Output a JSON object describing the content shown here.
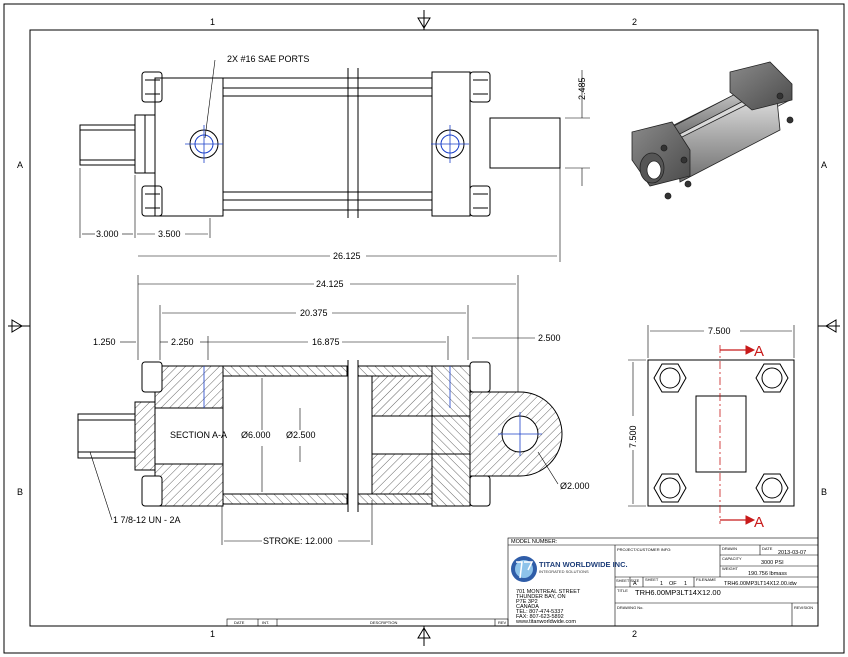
{
  "zones": {
    "top": [
      "1",
      "2"
    ],
    "bottom": [
      "1",
      "2"
    ],
    "left": [
      "A",
      "B"
    ],
    "right": [
      "A",
      "B"
    ]
  },
  "labels": {
    "ports": "2X #16 SAE PORTS",
    "section": "SECTION A-A",
    "thread": "1 7/8-12 UN - 2A",
    "section_marker": "A"
  },
  "dimensions": {
    "d_2485": "2.485",
    "d_3000": "3.000",
    "d_3500": "3.500",
    "d_26125": "26.125",
    "d_24125": "24.125",
    "d_20375": "20.375",
    "d_1250": "1.250",
    "d_2250": "2.250",
    "d_16875": "16.875",
    "d_2500": "2.500",
    "d_bore": "Ø6.000",
    "d_rod": "Ø2.500",
    "d_pin": "Ø2.000",
    "d_stroke": "STROKE: 12.000",
    "d_sq_w": "7.500",
    "d_sq_h": "7.500"
  },
  "title_block": {
    "model_number_label": "MODEL NUMBER:",
    "company": "TITAN WORLDWIDE INC.",
    "company_tagline": "INTEGRATED SOLUTIONS",
    "address": [
      "701 MONTREAL STREET",
      "THUNDER BAY, ON",
      "P7E 3P2",
      "CANADA",
      "TEL: 807-474-5337",
      "FAX: 807-623-5892",
      "www.titanworldwide.com"
    ],
    "project_label": "PROJECT/CUSTOMER INFO:",
    "drawn_label": "DRAWN",
    "date_label": "DATE",
    "date_value": "2013-03-07",
    "capacity_label": "CAPACITY",
    "capacity_value": "3000 PSI",
    "weight_label": "WEIGHT",
    "weight_value": "190.756 lbmass",
    "sheet_size_label": "SHEET SIZE",
    "sheet_size_value": "A",
    "sheet_label": "SHEET",
    "sheet_value": "1",
    "of_label": "OF",
    "of_value": "1",
    "filename_label": "FILENAME",
    "filename_value": "TRH6.00MP3LT14X12.00.idw",
    "title_label": "TITLE",
    "title_value": "TRH6.00MP3LT14X12.00",
    "drawing_no_label": "DRAWING No.",
    "revision_label": "REVISION",
    "rev_columns": [
      "DATE",
      "INT.",
      "DESCRIPTION",
      "REV"
    ]
  }
}
